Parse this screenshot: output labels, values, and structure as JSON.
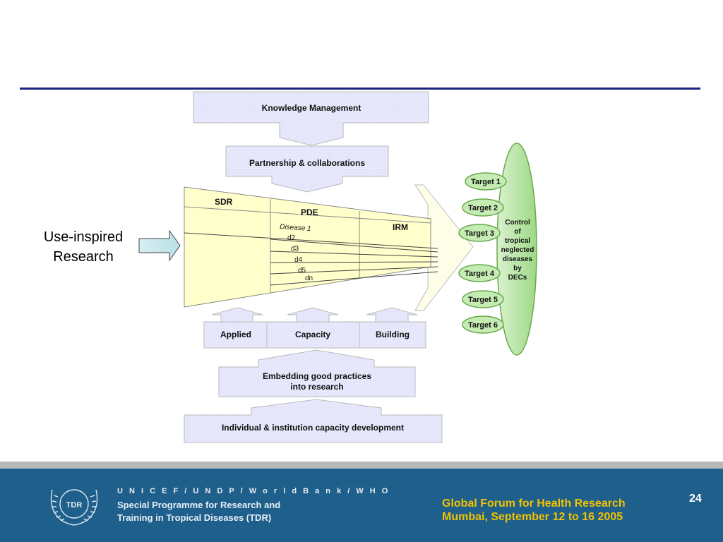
{
  "slide": {
    "side_label": "Use-inspired\nResearch",
    "page_number": "24"
  },
  "diagram": {
    "knowledge_management": "Knowledge Management",
    "partnership": "Partnership & collaborations",
    "sdr": "SDR",
    "pde": "PDE",
    "irm": "IRM",
    "diseases": [
      "Disease 1",
      "d2",
      "d3",
      "d4",
      "d5",
      "dn"
    ],
    "applied": "Applied",
    "capacity": "Capacity",
    "building": "Building",
    "embedding_line1": "Embedding good practices",
    "embedding_line2": "into research",
    "individual": "Individual & institution capacity development",
    "targets": [
      "Target 1",
      "Target 2",
      "Target 3",
      "Target 4",
      "Target 5",
      "Target 6"
    ],
    "goal_lines": [
      "Control",
      "of",
      "tropical",
      "neglected",
      "diseases",
      "by",
      "DECs"
    ]
  },
  "footer": {
    "org_line1": "U N I C E F / U N D P / W o r l d   B a n k / W H O",
    "org_line2": "Special Programme for Research and",
    "org_line3": "Training in Tropical Diseases (TDR)",
    "logo_text": "TDR",
    "forum_line1": "Global Forum for Health Research",
    "forum_line2": "Mumbai, September 12 to 16 2005"
  },
  "colors": {
    "rule": "#1a237e",
    "box_fill": "#e7e8fb",
    "funnel_fill": "#ffffcc",
    "ellipse_fill": "#b9e6a6",
    "footer_bg": "#1f5f8b",
    "forum_text": "#f2c200"
  }
}
